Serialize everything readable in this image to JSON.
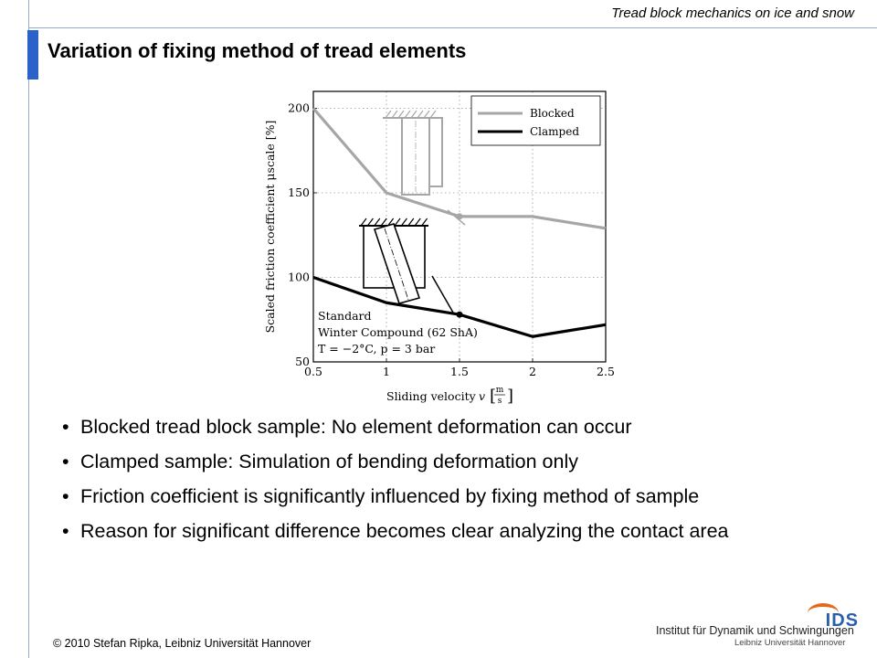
{
  "header": {
    "top_right": "Tread block mechanics on ice and snow",
    "title": "Variation of fixing method of tread elements"
  },
  "bullets": [
    {
      "text": "Blocked tread block sample: No element deformation can occur"
    },
    {
      "text": "Clamped sample: Simulation of bending deformation only"
    },
    {
      "text": "Friction coefficient is significantly influenced by fixing method of sample"
    },
    {
      "text": "Reason for significant difference becomes clear analyzing the contact area"
    }
  ],
  "footer": {
    "copyright": "© 2010 Stefan Ripka, Leibniz Universität Hannover"
  },
  "logo": {
    "ids": "IDS",
    "line1": "Institut für Dynamik und Schwingungen",
    "line2": "Leibniz Universität Hannover"
  },
  "chart_data": {
    "type": "line",
    "xlabel_main": "Sliding velocity",
    "xlabel_var": "v",
    "xlabel_unit_num": "m",
    "xlabel_unit_den": "s",
    "ylabel": "Scaled friction coefficient μscale [%]",
    "xlim": [
      0.5,
      2.5
    ],
    "ylim": [
      50,
      210
    ],
    "xticks": [
      0.5,
      1,
      1.5,
      2,
      2.5
    ],
    "yticks": [
      50,
      100,
      150,
      200
    ],
    "grid": true,
    "legend_position": "top-right",
    "series": [
      {
        "name": "Blocked",
        "color": "#a6a6a6",
        "x": [
          0.5,
          1,
          1.5,
          2,
          2.5
        ],
        "y": [
          200,
          150,
          136,
          136,
          129
        ]
      },
      {
        "name": "Clamped",
        "color": "#000000",
        "x": [
          0.5,
          1,
          1.5,
          2,
          2.5
        ],
        "y": [
          100,
          85,
          78,
          65,
          72
        ]
      }
    ],
    "marker_points": [
      {
        "series": "Blocked",
        "x": 1.5,
        "y": 136
      },
      {
        "series": "Clamped",
        "x": 1.5,
        "y": 78
      }
    ],
    "annotation": {
      "line1": "Standard",
      "line2": "Winter Compound (62 ShA)",
      "line3": "T = −2°C, p = 3 bar"
    }
  }
}
